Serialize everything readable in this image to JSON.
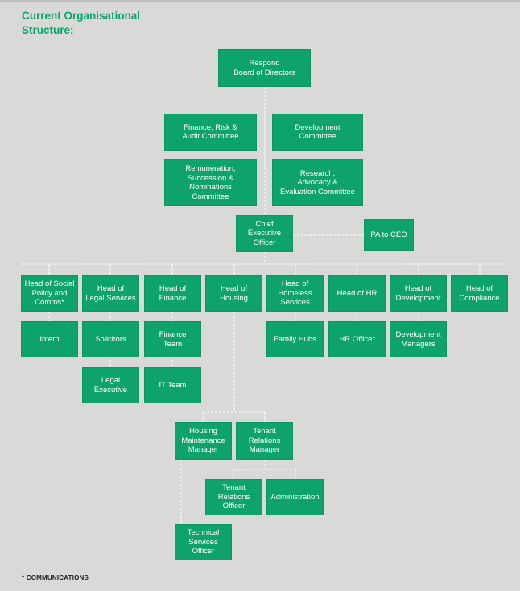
{
  "title": {
    "line1": "Current Organisational",
    "line2": "Structure:"
  },
  "colors": {
    "box_fill": "#0fa36c",
    "text_on_box": "#ffffff",
    "background": "#d9d9d8",
    "connector": "#ffffff"
  },
  "boxes": {
    "board": "Respond\nBoard of Directors",
    "finance_risk": "Finance, Risk &\nAudit Committee",
    "development_committee": "Development\nCommittee",
    "remuneration": "Remuneration,\nSuccession &\nNominations\nCommittee",
    "research": "Research,\nAdvocacy &\nEvaluation Committee",
    "ceo": "Chief\nExecutive\nOfficer",
    "pa_to_ceo": "PA to CEO",
    "head_social_policy": "Head of Social\nPolicy and\nComms*",
    "head_legal": "Head of\nLegal Services",
    "head_finance": "Head of\nFinance",
    "head_housing": "Head of\nHousing",
    "head_homeless": "Head of\nHomeless\nServices",
    "head_hr": "Head of HR",
    "head_development": "Head of\nDevelopment",
    "head_compliance": "Head of\nCompliance",
    "intern": "Intern",
    "solicitors": "Solicitors",
    "finance_team": "Finance\nTeam",
    "family_hubs": "Family Hubs",
    "hr_officer": "HR Officer",
    "development_managers": "Development\nManagers",
    "legal_executive": "Legal\nExecutive",
    "it_team": "IT Team",
    "housing_maintenance": "Housing\nMaintenance\nManager",
    "tenant_relations_manager": "Tenant\nRelations\nManager",
    "tenant_relations_officer": "Tenant\nRelations\nOfficer",
    "administration": "Administration",
    "technical_services": "Technical\nServices\nOfficer"
  },
  "footnote": "* COMMUNICATIONS"
}
